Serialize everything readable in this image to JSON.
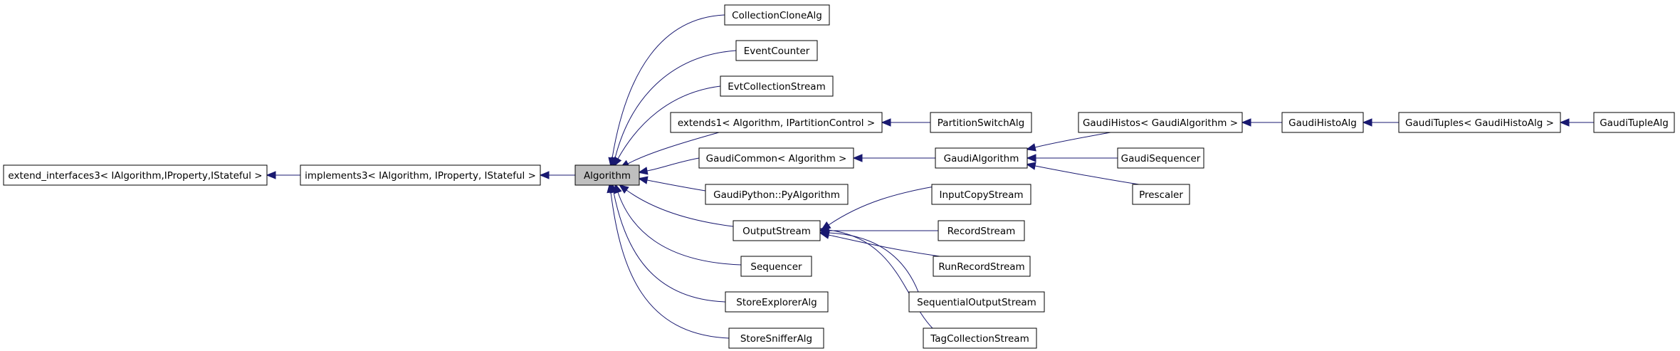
{
  "nodes": [
    {
      "id": "ext",
      "label": "extend_interfaces3< IAlgorithm,IProperty,IStateful >"
    },
    {
      "id": "imp",
      "label": "implements3< IAlgorithm, IProperty, IStateful >"
    },
    {
      "id": "alg",
      "label": "Algorithm",
      "highlight": true
    },
    {
      "id": "cca",
      "label": "CollectionCloneAlg"
    },
    {
      "id": "evc",
      "label": "EventCounter"
    },
    {
      "id": "ecs",
      "label": "EvtCollectionStream"
    },
    {
      "id": "e1",
      "label": "extends1< Algorithm, IPartitionControl >"
    },
    {
      "id": "gc",
      "label": "GaudiCommon< Algorithm >"
    },
    {
      "id": "gp",
      "label": "GaudiPython::PyAlgorithm"
    },
    {
      "id": "os",
      "label": "OutputStream"
    },
    {
      "id": "seq",
      "label": "Sequencer"
    },
    {
      "id": "sea",
      "label": "StoreExplorerAlg"
    },
    {
      "id": "ssa",
      "label": "StoreSnifferAlg"
    },
    {
      "id": "psa",
      "label": "PartitionSwitchAlg"
    },
    {
      "id": "ga",
      "label": "GaudiAlgorithm"
    },
    {
      "id": "ics",
      "label": "InputCopyStream"
    },
    {
      "id": "rs",
      "label": "RecordStream"
    },
    {
      "id": "rrs",
      "label": "RunRecordStream"
    },
    {
      "id": "sos",
      "label": "SequentialOutputStream"
    },
    {
      "id": "tcs",
      "label": "TagCollectionStream"
    },
    {
      "id": "gh",
      "label": "GaudiHistos< GaudiAlgorithm >"
    },
    {
      "id": "gsq",
      "label": "GaudiSequencer"
    },
    {
      "id": "pre",
      "label": "Prescaler"
    },
    {
      "id": "gha",
      "label": "GaudiHistoAlg"
    },
    {
      "id": "gt",
      "label": "GaudiTuples< GaudiHistoAlg >"
    },
    {
      "id": "gta",
      "label": "GaudiTupleAlg"
    }
  ],
  "edges": [
    {
      "from": "imp",
      "to": "ext"
    },
    {
      "from": "alg",
      "to": "imp"
    },
    {
      "from": "cca",
      "to": "alg"
    },
    {
      "from": "evc",
      "to": "alg"
    },
    {
      "from": "ecs",
      "to": "alg"
    },
    {
      "from": "e1",
      "to": "alg"
    },
    {
      "from": "gc",
      "to": "alg"
    },
    {
      "from": "gp",
      "to": "alg"
    },
    {
      "from": "os",
      "to": "alg"
    },
    {
      "from": "seq",
      "to": "alg"
    },
    {
      "from": "sea",
      "to": "alg"
    },
    {
      "from": "ssa",
      "to": "alg"
    },
    {
      "from": "psa",
      "to": "e1"
    },
    {
      "from": "ga",
      "to": "gc"
    },
    {
      "from": "ics",
      "to": "os"
    },
    {
      "from": "rs",
      "to": "os"
    },
    {
      "from": "rrs",
      "to": "os"
    },
    {
      "from": "sos",
      "to": "os"
    },
    {
      "from": "tcs",
      "to": "os"
    },
    {
      "from": "gh",
      "to": "ga"
    },
    {
      "from": "gsq",
      "to": "ga"
    },
    {
      "from": "pre",
      "to": "ga"
    },
    {
      "from": "gha",
      "to": "gh"
    },
    {
      "from": "gt",
      "to": "gha"
    },
    {
      "from": "gta",
      "to": "gt"
    }
  ],
  "colors": {
    "edge": "#191970",
    "highlight_fill": "#bfbfbf",
    "node_border": "#000000"
  }
}
